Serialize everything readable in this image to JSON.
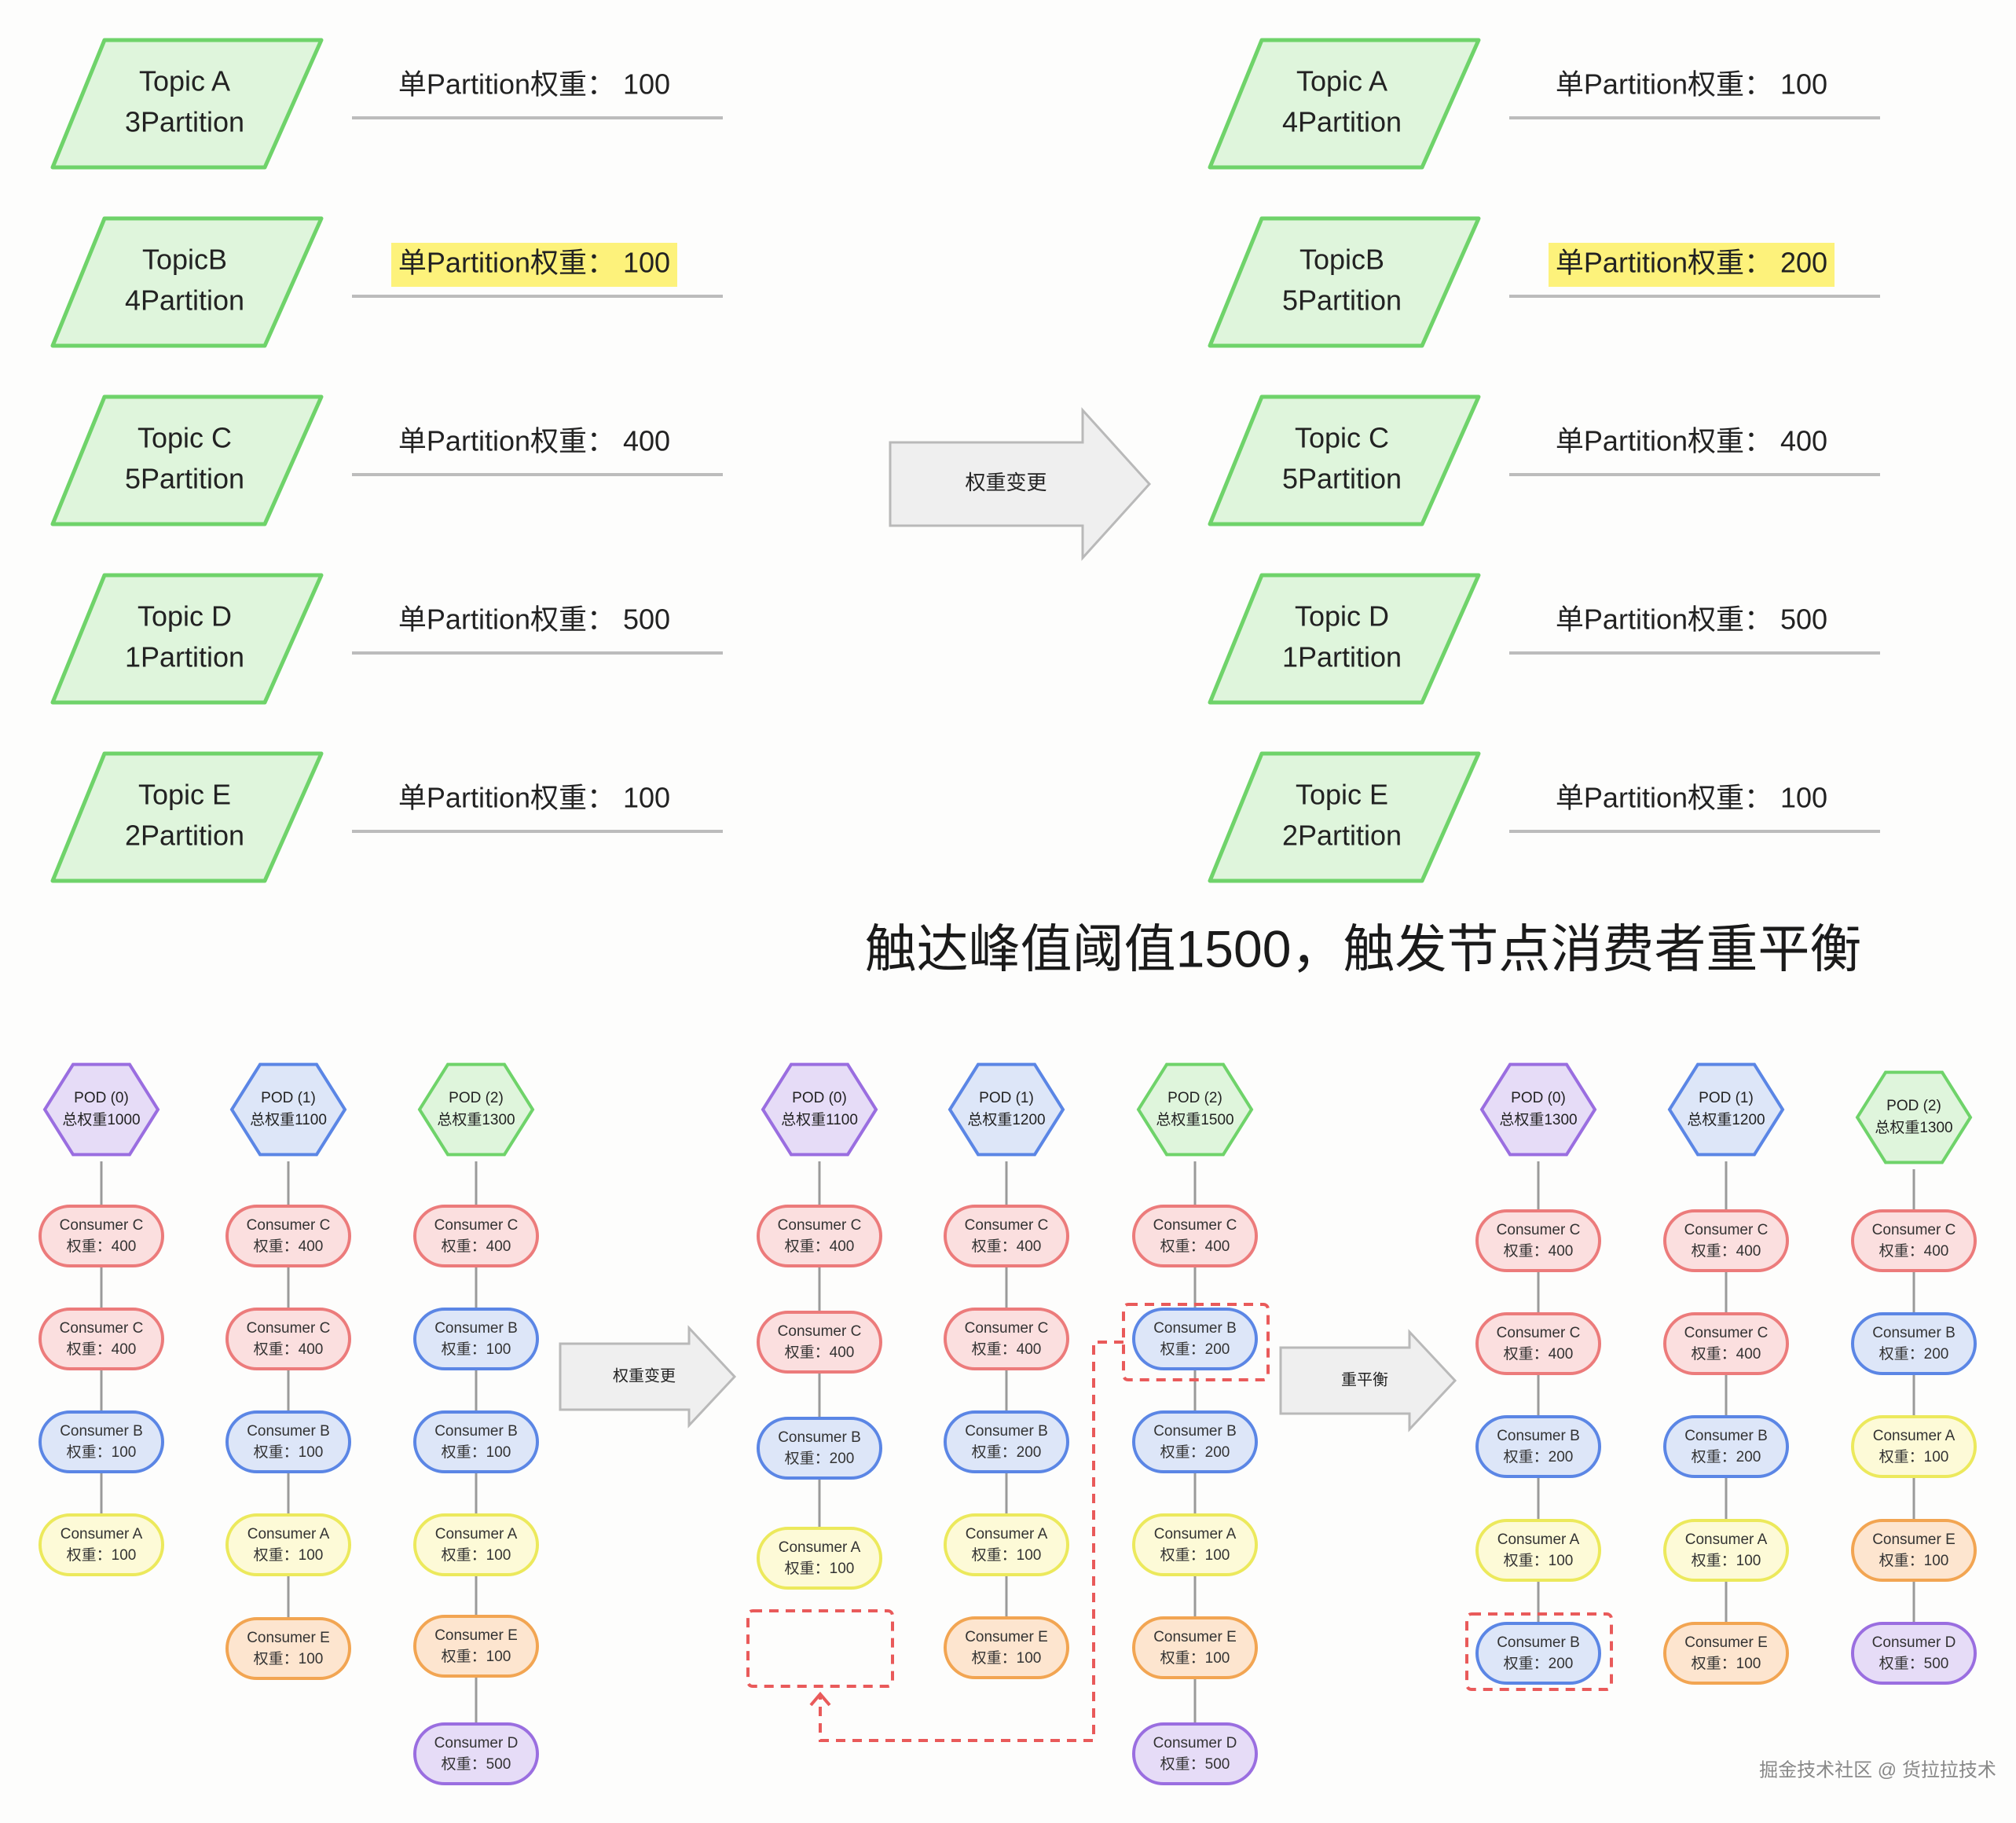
{
  "before": {
    "topics": [
      {
        "name": "Topic A",
        "partitions": "3Partition",
        "weight": "单Partition权重： 100",
        "highlight": false
      },
      {
        "name": "TopicB",
        "partitions": "4Partition",
        "weight": "单Partition权重： 100",
        "highlight": true
      },
      {
        "name": "Topic C",
        "partitions": "5Partition",
        "weight": "单Partition权重： 400",
        "highlight": false
      },
      {
        "name": "Topic D",
        "partitions": "1Partition",
        "weight": "单Partition权重： 500",
        "highlight": false
      },
      {
        "name": "Topic E",
        "partitions": "2Partition",
        "weight": "单Partition权重： 100",
        "highlight": false
      }
    ]
  },
  "after": {
    "topics": [
      {
        "name": "Topic A",
        "partitions": "4Partition",
        "weight": "单Partition权重： 100",
        "highlight": false
      },
      {
        "name": "TopicB",
        "partitions": "5Partition",
        "weight": "单Partition权重： 200",
        "highlight": true
      },
      {
        "name": "Topic C",
        "partitions": "5Partition",
        "weight": "单Partition权重： 400",
        "highlight": false
      },
      {
        "name": "Topic D",
        "partitions": "1Partition",
        "weight": "单Partition权重： 500",
        "highlight": false
      },
      {
        "name": "Topic E",
        "partitions": "2Partition",
        "weight": "单Partition权重： 100",
        "highlight": false
      }
    ]
  },
  "top_arrow_label": "权重变更",
  "title": "触达峰值阈值1500，触发节点消费者重平衡",
  "arrow_weight_change": "权重变更",
  "arrow_rebalance": "重平衡",
  "stages": [
    {
      "pods": [
        {
          "line1": "POD (0)",
          "line2": "总权重1000",
          "color": "purple",
          "consumers": [
            {
              "name": "Consumer C",
              "weight": "权重：400",
              "color": "red"
            },
            {
              "name": "Consumer C",
              "weight": "权重：400",
              "color": "red"
            },
            {
              "name": "Consumer B",
              "weight": "权重：100",
              "color": "blue"
            },
            {
              "name": "Consumer A",
              "weight": "权重：100",
              "color": "yellow"
            }
          ]
        },
        {
          "line1": "POD (1)",
          "line2": "总权重1100",
          "color": "blue",
          "consumers": [
            {
              "name": "Consumer C",
              "weight": "权重：400",
              "color": "red"
            },
            {
              "name": "Consumer C",
              "weight": "权重：400",
              "color": "red"
            },
            {
              "name": "Consumer B",
              "weight": "权重：100",
              "color": "blue"
            },
            {
              "name": "Consumer A",
              "weight": "权重：100",
              "color": "yellow"
            },
            {
              "name": "Consumer E",
              "weight": "权重：100",
              "color": "orange"
            }
          ]
        },
        {
          "line1": "POD (2)",
          "line2": "总权重1300",
          "color": "green",
          "consumers": [
            {
              "name": "Consumer C",
              "weight": "权重：400",
              "color": "red"
            },
            {
              "name": "Consumer B",
              "weight": "权重：100",
              "color": "blue"
            },
            {
              "name": "Consumer B",
              "weight": "权重：100",
              "color": "blue"
            },
            {
              "name": "Consumer A",
              "weight": "权重：100",
              "color": "yellow"
            },
            {
              "name": "Consumer E",
              "weight": "权重：100",
              "color": "orange"
            },
            {
              "name": "Consumer D",
              "weight": "权重：500",
              "color": "purple"
            }
          ]
        }
      ]
    },
    {
      "pods": [
        {
          "line1": "POD (0)",
          "line2": "总权重1100",
          "color": "purple",
          "consumers": [
            {
              "name": "Consumer C",
              "weight": "权重：400",
              "color": "red"
            },
            {
              "name": "Consumer C",
              "weight": "权重：400",
              "color": "red"
            },
            {
              "name": "Consumer B",
              "weight": "权重：200",
              "color": "blue"
            },
            {
              "name": "Consumer A",
              "weight": "权重：100",
              "color": "yellow"
            }
          ]
        },
        {
          "line1": "POD (1)",
          "line2": "总权重1200",
          "color": "blue",
          "consumers": [
            {
              "name": "Consumer C",
              "weight": "权重：400",
              "color": "red"
            },
            {
              "name": "Consumer C",
              "weight": "权重：400",
              "color": "red"
            },
            {
              "name": "Consumer B",
              "weight": "权重：200",
              "color": "blue"
            },
            {
              "name": "Consumer A",
              "weight": "权重：100",
              "color": "yellow"
            },
            {
              "name": "Consumer E",
              "weight": "权重：100",
              "color": "orange"
            }
          ]
        },
        {
          "line1": "POD (2)",
          "line2": "总权重1500",
          "color": "green",
          "consumers": [
            {
              "name": "Consumer C",
              "weight": "权重：400",
              "color": "red"
            },
            {
              "name": "Consumer B",
              "weight": "权重：200",
              "color": "blue"
            },
            {
              "name": "Consumer B",
              "weight": "权重：200",
              "color": "blue"
            },
            {
              "name": "Consumer A",
              "weight": "权重：100",
              "color": "yellow"
            },
            {
              "name": "Consumer E",
              "weight": "权重：100",
              "color": "orange"
            },
            {
              "name": "Consumer D",
              "weight": "权重：500",
              "color": "purple"
            }
          ]
        }
      ]
    },
    {
      "pods": [
        {
          "line1": "POD (0)",
          "line2": "总权重1300",
          "color": "purple",
          "consumers": [
            {
              "name": "Consumer C",
              "weight": "权重：400",
              "color": "red"
            },
            {
              "name": "Consumer C",
              "weight": "权重：400",
              "color": "red"
            },
            {
              "name": "Consumer B",
              "weight": "权重：200",
              "color": "blue"
            },
            {
              "name": "Consumer A",
              "weight": "权重：100",
              "color": "yellow"
            },
            {
              "name": "Consumer B",
              "weight": "权重：200",
              "color": "blue"
            }
          ]
        },
        {
          "line1": "POD (1)",
          "line2": "总权重1200",
          "color": "blue",
          "consumers": [
            {
              "name": "Consumer C",
              "weight": "权重：400",
              "color": "red"
            },
            {
              "name": "Consumer C",
              "weight": "权重：400",
              "color": "red"
            },
            {
              "name": "Consumer B",
              "weight": "权重：200",
              "color": "blue"
            },
            {
              "name": "Consumer A",
              "weight": "权重：100",
              "color": "yellow"
            },
            {
              "name": "Consumer E",
              "weight": "权重：100",
              "color": "orange"
            }
          ]
        },
        {
          "line1": "POD (2)",
          "line2": "总权重1300",
          "color": "green",
          "consumers": [
            {
              "name": "Consumer C",
              "weight": "权重：400",
              "color": "red"
            },
            {
              "name": "Consumer B",
              "weight": "权重：200",
              "color": "blue"
            },
            {
              "name": "Consumer A",
              "weight": "权重：100",
              "color": "yellow"
            },
            {
              "name": "Consumer E",
              "weight": "权重：100",
              "color": "orange"
            },
            {
              "name": "Consumer D",
              "weight": "权重：500",
              "color": "purple"
            }
          ]
        }
      ]
    }
  ],
  "watermark": "掘金技术社区 @ 货拉拉技术",
  "colors": {
    "green_fill": "#dff5dc",
    "green_stroke": "#6fd36a",
    "purple_fill": "#e6dcf7",
    "purple_stroke": "#9a6ee0",
    "blue_fill": "#dde6f8",
    "blue_stroke": "#5b86e5",
    "red_fill": "#fbdfdf",
    "red_stroke": "#ec7b7b",
    "yellow_fill": "#fdfad7",
    "yellow_stroke": "#ece95c",
    "orange_fill": "#fde5cf",
    "orange_stroke": "#f2a552",
    "highlight": "#fdf27b",
    "dashed_red": "#e95a5a"
  }
}
